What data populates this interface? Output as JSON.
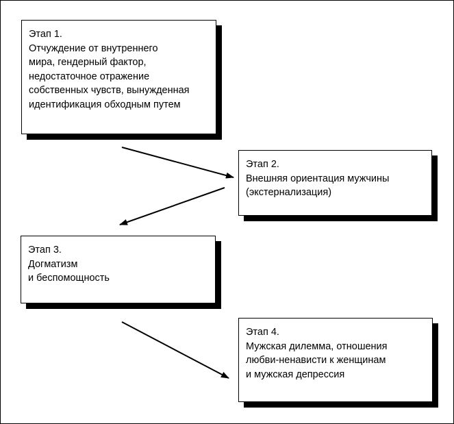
{
  "stages": [
    {
      "title": "Этап 1.",
      "lines": [
        "Отчуждение от внутреннего",
        "мира, гендерный фактор,",
        "недостаточное отражение",
        "собственных чувств, вынужденная",
        "идентификация обходным путем"
      ]
    },
    {
      "title": "Этап 2.",
      "lines": [
        "Внешняя ориентация мужчины",
        "(экстернализация)"
      ]
    },
    {
      "title": "Этап 3.",
      "lines": [
        "Догматизм",
        "и беспомощность"
      ]
    },
    {
      "title": "Этап 4.",
      "lines": [
        "Мужская дилемма, отношения",
        "любви-ненависти к женщинам",
        "и мужская депрессия"
      ]
    }
  ],
  "arrows": [
    {
      "from": "Этап 1.",
      "to": "Этап 2."
    },
    {
      "from": "Этап 2.",
      "to": "Этап 3."
    },
    {
      "from": "Этап 3.",
      "to": "Этап 4."
    }
  ]
}
